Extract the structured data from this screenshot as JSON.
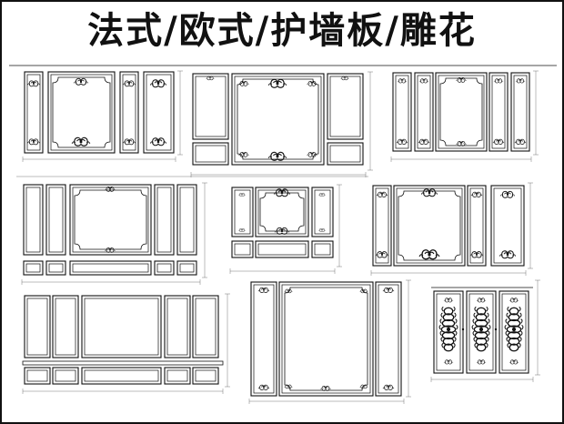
{
  "header": {
    "title": "法式/欧式/护墙板/雕花"
  },
  "drawing": {
    "line_color": "#111111",
    "background": "#ffffff",
    "dimension_color": "#555555",
    "ornament_icon": "acanthus-scroll-ornament",
    "panel_sets": [
      "panel-set-1",
      "panel-set-2",
      "panel-set-3",
      "panel-set-4",
      "panel-set-5",
      "panel-set-6",
      "panel-set-7",
      "panel-set-8",
      "panel-set-9"
    ]
  }
}
